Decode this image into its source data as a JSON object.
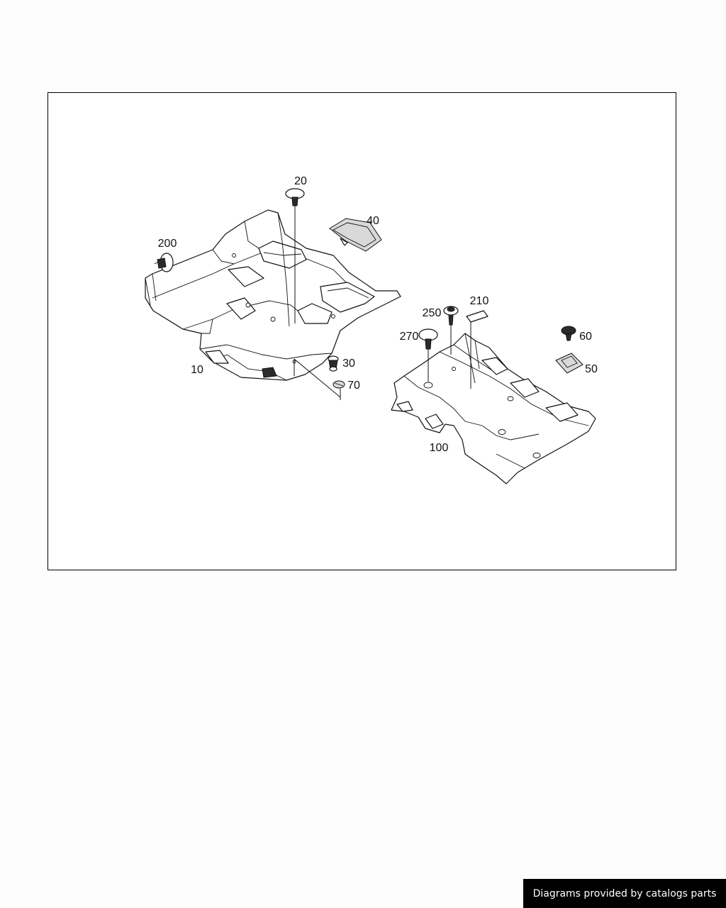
{
  "diagram": {
    "callouts": {
      "c20": "20",
      "c40": "40",
      "c200": "200",
      "c10": "10",
      "c30": "30",
      "c70": "70",
      "c210": "210",
      "c250": "250",
      "c270": "270",
      "c60": "60",
      "c50": "50",
      "c100": "100"
    }
  },
  "footer": {
    "credit": "Diagrams provided by catalogs parts"
  }
}
